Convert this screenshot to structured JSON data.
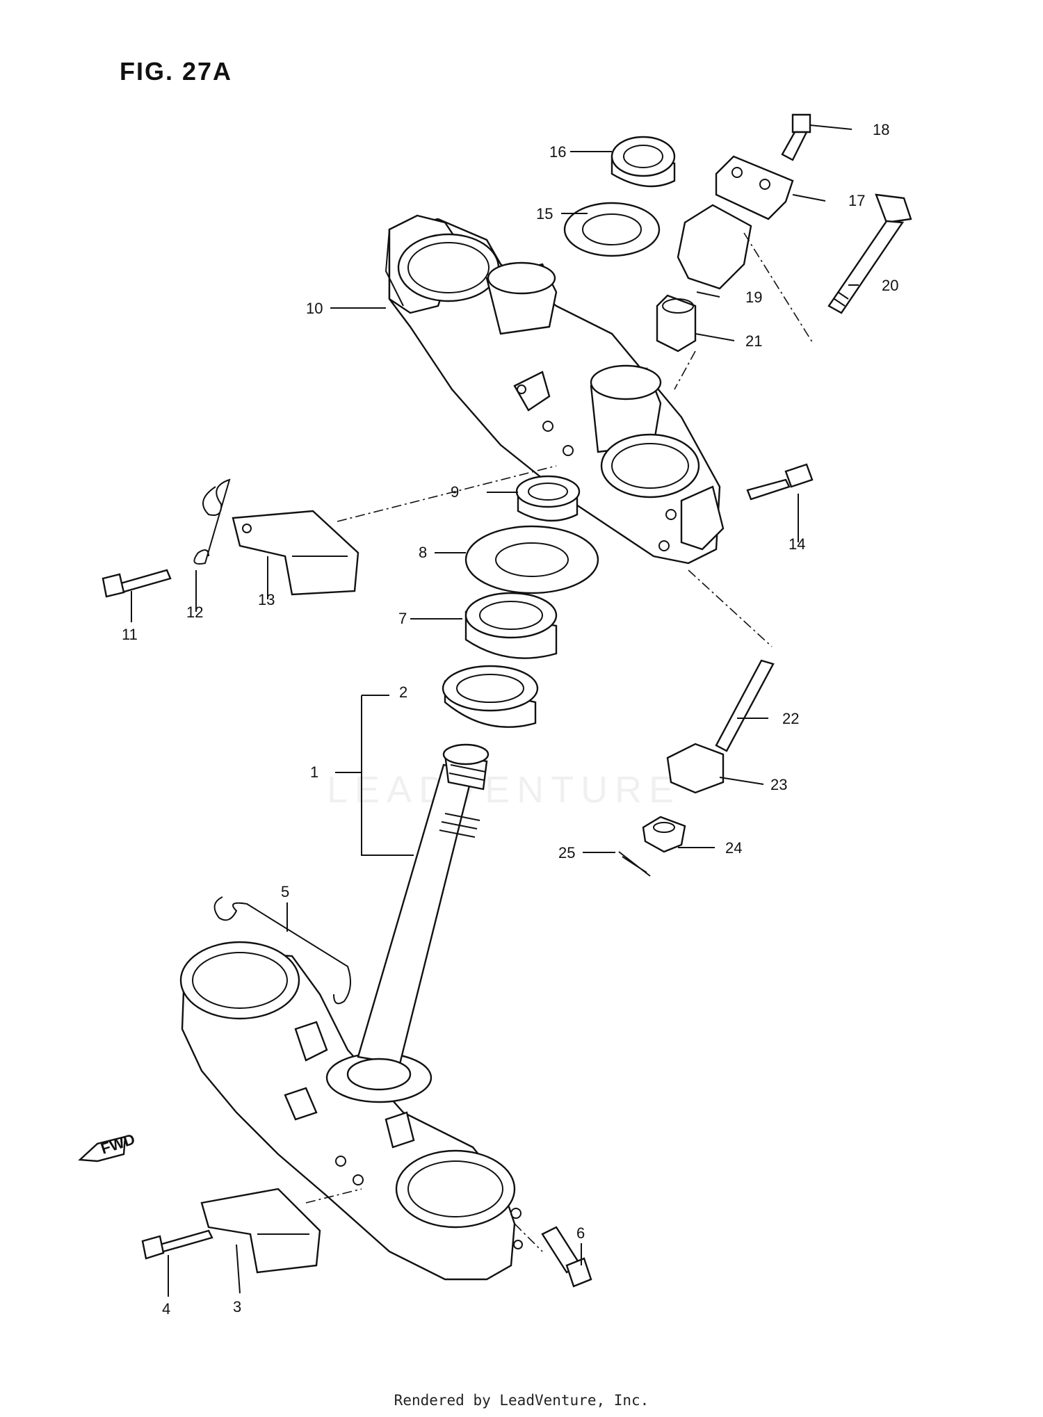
{
  "figure": {
    "title": "FIG. 27A"
  },
  "footer": {
    "text": "Rendered by LeadVenture, Inc."
  },
  "watermark": {
    "text": "LEADVENTURE"
  },
  "direction_marker": {
    "label": "FWD"
  },
  "callouts": {
    "c1": "1",
    "c2": "2",
    "c3": "3",
    "c4": "4",
    "c5": "5",
    "c6": "6",
    "c7": "7",
    "c8": "8",
    "c9": "9",
    "c10": "10",
    "c11": "11",
    "c12": "12",
    "c13": "13",
    "c14": "14",
    "c15": "15",
    "c16": "16",
    "c17": "17",
    "c18": "18",
    "c19": "19",
    "c20": "20",
    "c21": "21",
    "c22": "22",
    "c23": "23",
    "c24": "24",
    "c25": "25"
  }
}
